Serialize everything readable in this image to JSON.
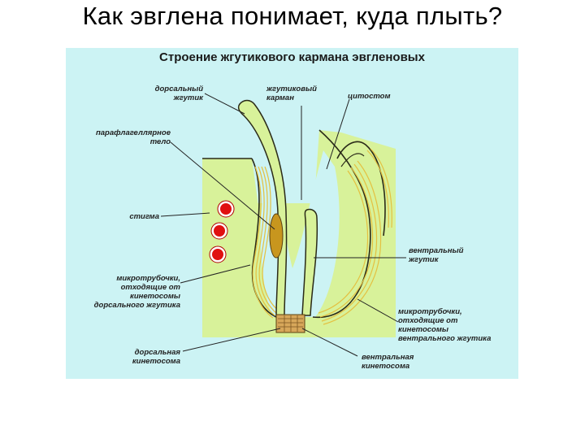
{
  "slide": {
    "title": "Как эвглена понимает, куда плыть?"
  },
  "figure": {
    "title": "Строение жгутикового кармана эвгленовых",
    "labels": {
      "dorsal_flagellum": "дорсальный\nжгутик",
      "flagellar_pocket": "жгутиковый\nкарман",
      "cytostome": "цитостом",
      "paraflagellar_body": "парафлагеллярное\nтело",
      "stigma": "стигма",
      "ventral_flagellum": "вентральный\nжгутик",
      "dorsal_microtubules": "микротрубочки,\nотходящие от\nкинетосомы\nдорсального жгутика",
      "ventral_microtubules": "микротрубочки,\nотходящие от\nкинетосомы\nвентрального жгутика",
      "dorsal_kinetosome": "дорсальная\nкинетосома",
      "ventral_kinetosome": "вентральная\nкинетосома"
    },
    "colors": {
      "panel_bg": "#ccf3f4",
      "cytoplasm": "#d8f29a",
      "membrane": "#2a2a18",
      "microtubules": "#e4c040",
      "stigma_red": "#e01010",
      "paraflagellar_body": "#c8961e",
      "kinetosome": "#d7a75a"
    }
  }
}
